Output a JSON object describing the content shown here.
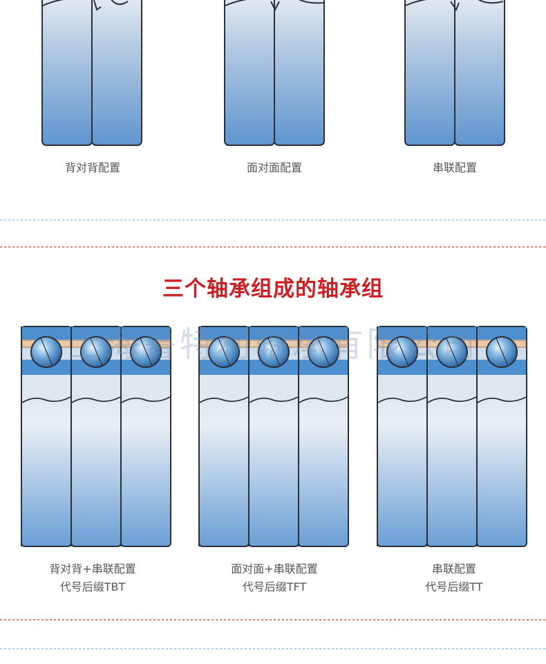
{
  "pair_configurations": [
    {
      "label": "背对背配置"
    },
    {
      "label": "面对面配置"
    },
    {
      "label": "串联配置"
    }
  ],
  "section_title": "三个轴承组成的轴承组",
  "watermark": "上海鲁特利轴承有限公司",
  "triple_configurations": [
    {
      "label": "背对背+串联配置",
      "suffix": "代号后缀TBT"
    },
    {
      "label": "面对面+串联配置",
      "suffix": "代号后缀TFT"
    },
    {
      "label": "串联配置",
      "suffix": "代号后缀TT"
    }
  ],
  "colors": {
    "accent_red": "#cc1f24",
    "ring_blue": "#4e8fd0",
    "outline": "#2a2f3a",
    "divider_blue": "#7fb4d8",
    "divider_red": "#c0392b"
  }
}
